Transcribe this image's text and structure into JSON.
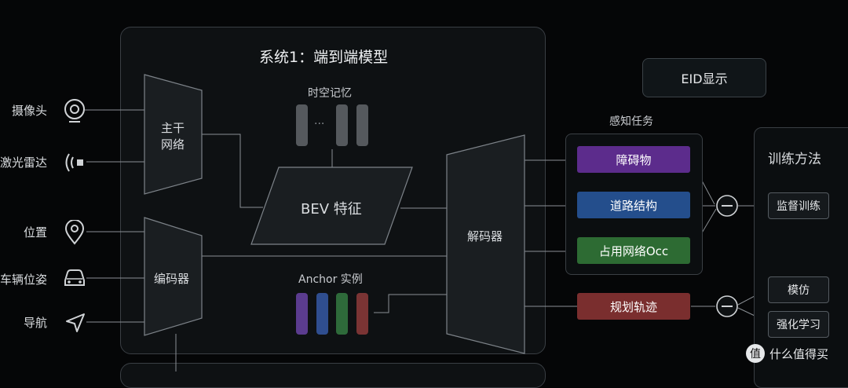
{
  "system_title": "系统1：端到端模型",
  "eid_label": "EID显示",
  "inputs": {
    "camera": "摄像头",
    "lidar": "激光雷达",
    "position": "位置",
    "vehicle_pose": "车辆位姿",
    "navigation": "导航"
  },
  "backbone": "主干\n网络",
  "backbone_line1": "主干",
  "backbone_line2": "网络",
  "encoder": "编码器",
  "memory_title": "时空记忆",
  "memory_ellipsis": "···",
  "bev": "BEV 特征",
  "anchor_title": "Anchor 实例",
  "decoder": "解码器",
  "perception_title": "感知任务",
  "tasks": [
    "障碍物",
    "道路结构",
    "占用网络Occ"
  ],
  "planning": "规划轨迹",
  "training": {
    "title": "训练方法",
    "supervised": "监督训练",
    "imitation": "模仿",
    "rl": "强化学习"
  },
  "watermark": "什么值得买",
  "watermark_logo": "值",
  "colors": {
    "obstacle": "#5c2c8c",
    "road": "#244e8c",
    "occ": "#2d6b33",
    "planning": "#7a2e2e",
    "anchor_purple": "#5b3c8f",
    "anchor_blue": "#2f4e8f",
    "anchor_green": "#2e6a3a",
    "anchor_red": "#7a3434"
  }
}
